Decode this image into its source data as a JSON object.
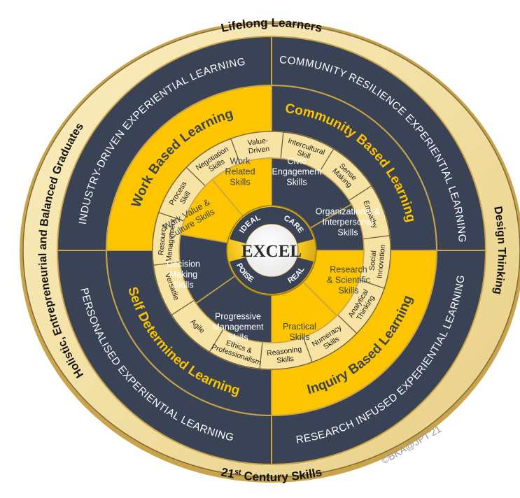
{
  "outer_ring": {
    "top": "Lifelong Learners",
    "right": "Design Thinking",
    "bottom_pre": "21",
    "bottom_sup": "st",
    "bottom_post": " Century Skills",
    "left": "Holistic, Entrepreneurial and Balanced Graduates"
  },
  "experiential_ring": {
    "top_left": "INDUSTRY-DRIVEN EXPERIENTIAL LEARNING",
    "top_right": "COMMUNITY RESILIENCE EXPERIENTIAL LEARNING",
    "bottom_left": "PERSONALISED EXPERIENTIAL LEARNING",
    "bottom_right": "RESEARCH INFUSED EXPERIENTIAL LEARNING"
  },
  "learning_ring": {
    "top_left": "Work Based Learning",
    "top_right": "Community Based Learning",
    "bottom_left": "Self Determined Learning",
    "bottom_right": "Inquiry Based Learning"
  },
  "skills_ring": [
    "Value-\nDriven",
    "Intercultural\nSkill",
    "Sense\nMaking",
    "Empathy",
    "Social\nInnovation",
    "Analytical\nThinking",
    "Numeracy\nSkills",
    "Reasoning\nSkills",
    "Ethics &\nProfessionalism",
    "Agile",
    "Versatile",
    "Resource\nManagement",
    "Process\nSkill",
    "Negotiation\nSkills"
  ],
  "inner_wedges": [
    "Work\nRelated\nSkills",
    "Civic\nEngagement\nSkills",
    "Organizational &\nInterpersonal\nSkills",
    "Research\n& Scientific\nSkills",
    "Practical\nSkills",
    "Progressive\nManagement\nSkills",
    "Decision\nMaking\nSkills",
    "Work Value &\nCulture Skills"
  ],
  "hub": {
    "center": "EXCEL",
    "top_left": "IDEAL",
    "top_right": "CARE",
    "bottom_left": "POISE",
    "bottom_right": "REAL"
  },
  "watermark": "©BKA@JPT'21",
  "colors": {
    "navy": "#3a4256",
    "gold": "#fcc500",
    "cream": "#f7e3a3",
    "outer": "#f0dc9c",
    "rim": "#c9a44a"
  }
}
